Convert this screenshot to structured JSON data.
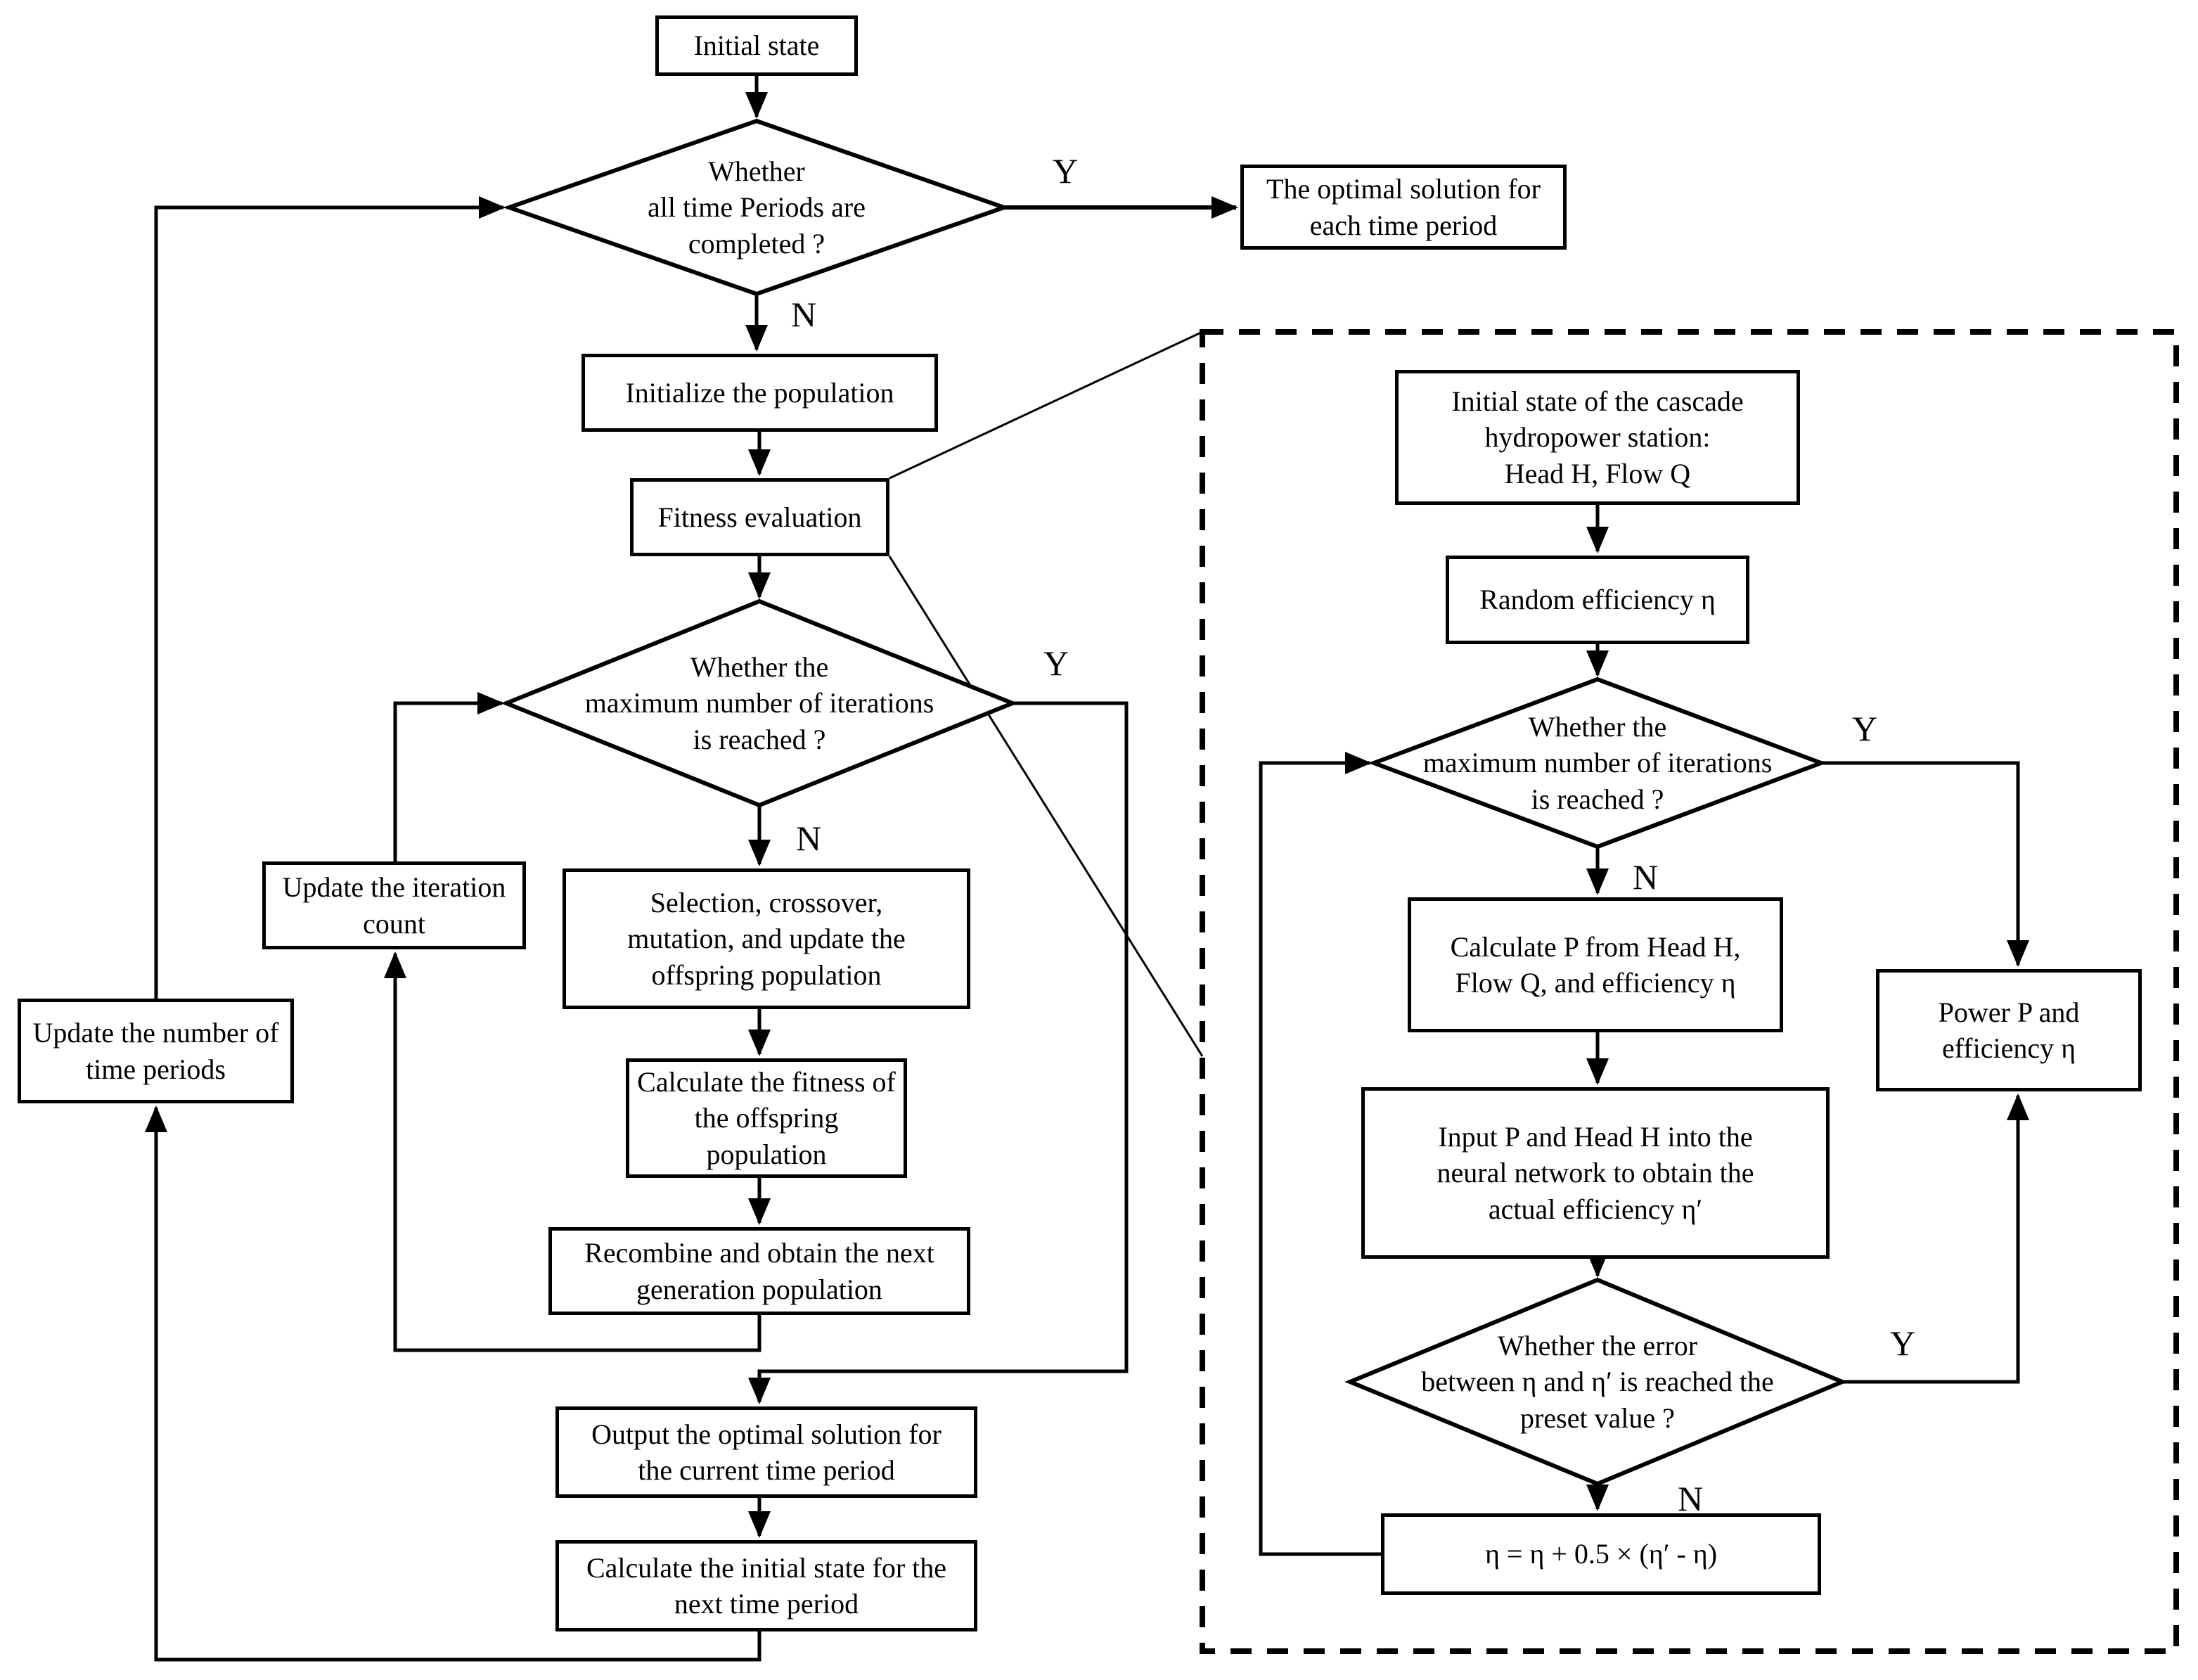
{
  "figure": {
    "type": "flowchart",
    "colors": {
      "line": "#000000",
      "background": "#ffffff"
    },
    "labels": {
      "yes": "Y",
      "no": "N"
    },
    "main": {
      "initial_state": "Initial state",
      "check_periods": "Whether\nall time Periods are\ncompleted ?",
      "optimal_solution": "The optimal solution for\neach time period",
      "initialize_population": "Initialize the population",
      "fitness_evaluation": "Fitness evaluation",
      "check_iterations": "Whether the\nmaximum number of iterations\nis reached ?",
      "selection_crossover": "Selection, crossover,\nmutation, and update the\noffspring population",
      "calculate_fitness": "Calculate the fitness of\nthe offspring population",
      "recombine": "Recombine and obtain the next\ngeneration population",
      "update_iteration_count": "Update the iteration\ncount",
      "update_time_periods": "Update the number of\ntime periods",
      "output_optimal": "Output the optimal solution for\nthe current time period",
      "calc_initial_next": "Calculate the initial state for the\nnext time period"
    },
    "detail": {
      "initial_state_station": "Initial state of the cascade\nhydropower station:\nHead H, Flow Q",
      "random_efficiency": "Random efficiency η",
      "check_iterations": "Whether the\nmaximum number of iterations\nis reached ?",
      "calculate_power": "Calculate P from Head H,\nFlow Q, and efficiency η",
      "input_neural_network": "Input P and Head H into the\nneural network to obtain the\nactual efficiency η′",
      "check_error": "Whether the error\nbetween η and η′ is reached the\npreset value ?",
      "update_eta": "η = η + 0.5 × (η′ - η)",
      "power_and_efficiency": "Power P and\nefficiency η"
    }
  }
}
